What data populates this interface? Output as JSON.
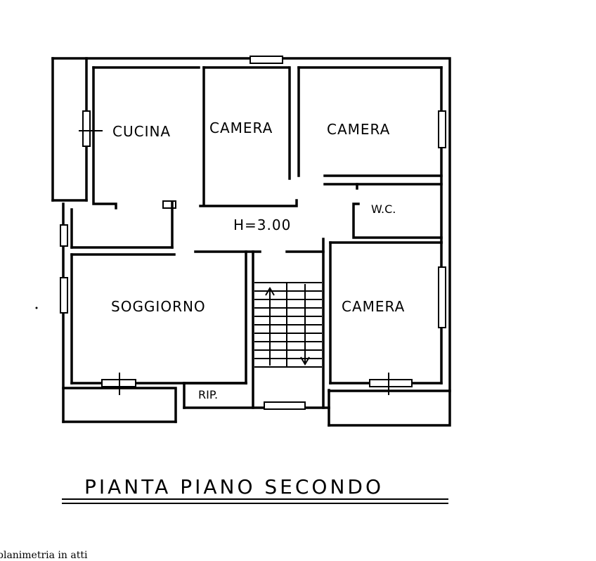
{
  "rooms": {
    "cucina": "CUCINA",
    "camera_1": "CAMERA",
    "camera_2": "CAMERA",
    "wc": "W.C.",
    "height": "H=3.00",
    "soggiorno": "SOGGIORNO",
    "camera_3": "CAMERA",
    "rip": "RIP."
  },
  "title": "PIANTA PIANO SECONDO",
  "caption": "planimetria in atti"
}
